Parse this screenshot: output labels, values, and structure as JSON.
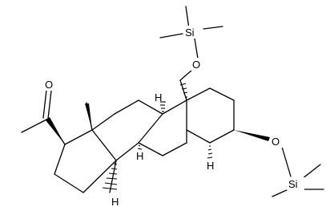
{
  "molecule": {
    "atom_labels": {
      "oxygen": "O",
      "silicon": "Si",
      "hydrogen": "H"
    },
    "colors": {
      "ink": "#000000",
      "background": "#ffffff"
    }
  }
}
